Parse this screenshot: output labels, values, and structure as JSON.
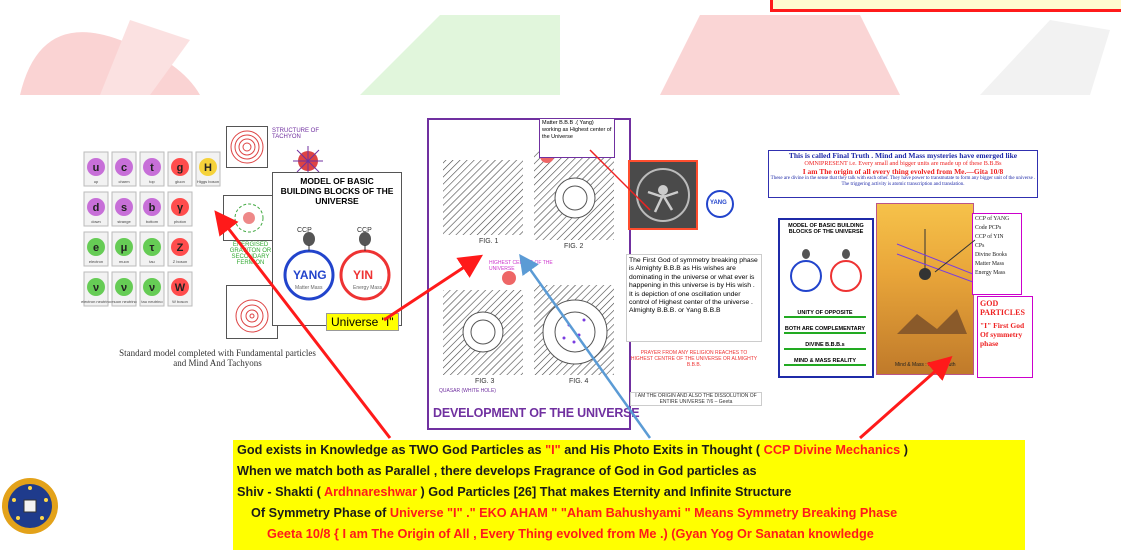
{
  "left_panel": {
    "caption": "Standard model completed with Fundamental particles and Mind And Tachyons",
    "model_title": "MODEL OF BASIC BUILDING BLOCKS OF THE UNIVERSE",
    "ccp_left": "CCP",
    "ccp_right": "CCP",
    "yang": "YANG",
    "yin": "YIN",
    "yang_sub": "Matter Mass",
    "yin_sub": "Energy Mass",
    "tachyon_label": "STRUCTURE OF TACHYON",
    "energised_label": "ENERGISED GRAVITON OR SECONDARY FERMION",
    "particles": [
      {
        "sym": "u",
        "name": "up",
        "color": "#c76fd8"
      },
      {
        "sym": "c",
        "name": "charm",
        "color": "#c76fd8"
      },
      {
        "sym": "t",
        "name": "top",
        "color": "#c76fd8"
      },
      {
        "sym": "g",
        "name": "gluon",
        "color": "#ff4d4d"
      },
      {
        "sym": "H",
        "name": "Higgs boson",
        "color": "#f5d23a"
      },
      {
        "sym": "d",
        "name": "down",
        "color": "#c76fd8"
      },
      {
        "sym": "s",
        "name": "strange",
        "color": "#c76fd8"
      },
      {
        "sym": "b",
        "name": "bottom",
        "color": "#c76fd8"
      },
      {
        "sym": "γ",
        "name": "photon",
        "color": "#ff4d4d"
      },
      {
        "sym": "e",
        "name": "electron",
        "color": "#66cc55"
      },
      {
        "sym": "μ",
        "name": "muon",
        "color": "#66cc55"
      },
      {
        "sym": "τ",
        "name": "tau",
        "color": "#66cc55"
      },
      {
        "sym": "Z",
        "name": "Z boson",
        "color": "#ff4d4d"
      },
      {
        "sym": "ν",
        "name": "electron neutrino",
        "color": "#66cc55"
      },
      {
        "sym": "ν",
        "name": "muon neutrino",
        "color": "#66cc55"
      },
      {
        "sym": "ν",
        "name": "tau neutrino",
        "color": "#66cc55"
      },
      {
        "sym": "W",
        "name": "W boson",
        "color": "#ff4d4d"
      }
    ]
  },
  "universe_label": "Universe \"I\"",
  "center_panel": {
    "title": "DEVELOPMENT OF THE UNIVERSE",
    "fig1": "FIG. 1",
    "fig2": "FIG. 2",
    "fig3": "FIG. 3",
    "fig4": "FIG. 4",
    "matter_box": "Matter B.B.B .( Yang) working as Highest center of the Universe",
    "highest_centre": "HIGHEST CENTRE OF THE UNIVERSE",
    "quasar": "QUASAR (WHITE HOLE)"
  },
  "info_panel": {
    "text": "The First God of symmetry breaking phase is Almighty B.B.B as His wishes are dominating in the universe or what ever is happening in this universe is by His wish . It is depiction of one oscillation under control of Highest center of the universe . Almighty B.B.B. or Yang B.B.B",
    "prayer": "PRAYER FROM ANY RELIGION REACHES TO HIGHEST CENTRE OF THE UNIVERSE OR ALMIGHTY B.B.B.",
    "origin": "I AM THE ORIGIN AND ALSO THE DISSOLUTION OF ENTIRE UNIVERSE 7/6 – Geeta",
    "yang_small": "YANG"
  },
  "right_panel": {
    "header1": "This is called Final Truth . Mind and Mass mysteries have emerged like",
    "header2": "OMNIPRESENT i.e. Every small and bigger units are made up of these B.B.Bs",
    "header3": "I am The origin of all every thing evolved from Me.—Gita 10/8",
    "header4": "These are divine in the sense that they talk with each other. They have power to transmutate to form any bigger unit of the universe . The triggering activity is atomic transcription and translation.",
    "model_title": "MODEL OF BASIC BUILDING BLOCKS OF THE UNIVERSE",
    "unity": "UNITY OF OPPOSITE",
    "complementary": "BOTH ARE COMPLEMENTARY",
    "divine": "DIVINE B.B.B.s",
    "mind_mass": "MIND & MASS REALITY",
    "mind_mass_part": "Mind & Mass : Part of Truth",
    "legend": [
      "CCP of YANG",
      "Code PCPs",
      "CCP of YIN",
      "CPs",
      "Divine Books",
      "Matter Mass",
      "Energy Mass"
    ],
    "god_particles": "GOD PARTICLES",
    "first_god": "\"I\" First God Of symmetry phase"
  },
  "main_text": {
    "l1a": "God exists in Knowledge  as  TWO God Particles  as ",
    "l1b": "\"I\"",
    "l1c": " and His Photo Exits in Thought  ( ",
    "l1d": "CCP  Divine Mechanics",
    "l1e": " )",
    "l2": "When we match both   as Parallel , there develops  Fragrance of God  in God particles as",
    "l3a": "Shiv - Shakti  ( ",
    "l3b": "Ardhnareshwar",
    "l3c": " )  God Particles  [26] That makes  Eternity  and Infinite Structure",
    "l4a": "Of Symmetry Phase of ",
    "l4b": "Universe \"I\" .\" EKO AHAM \"  \"Aham Bahushyami \" Means Symmetry  Breaking Phase",
    "l5": "Geeta 10/8 { I am The Origin of All , Every Thing evolved from Me .)  (Gyan Yog  Or Sanatan knowledge"
  },
  "colors": {
    "accent_red": "#ff1a1a",
    "highlight": "#ffff00",
    "frame": "#7030a0",
    "arrow_blue": "#5b9bd5"
  }
}
